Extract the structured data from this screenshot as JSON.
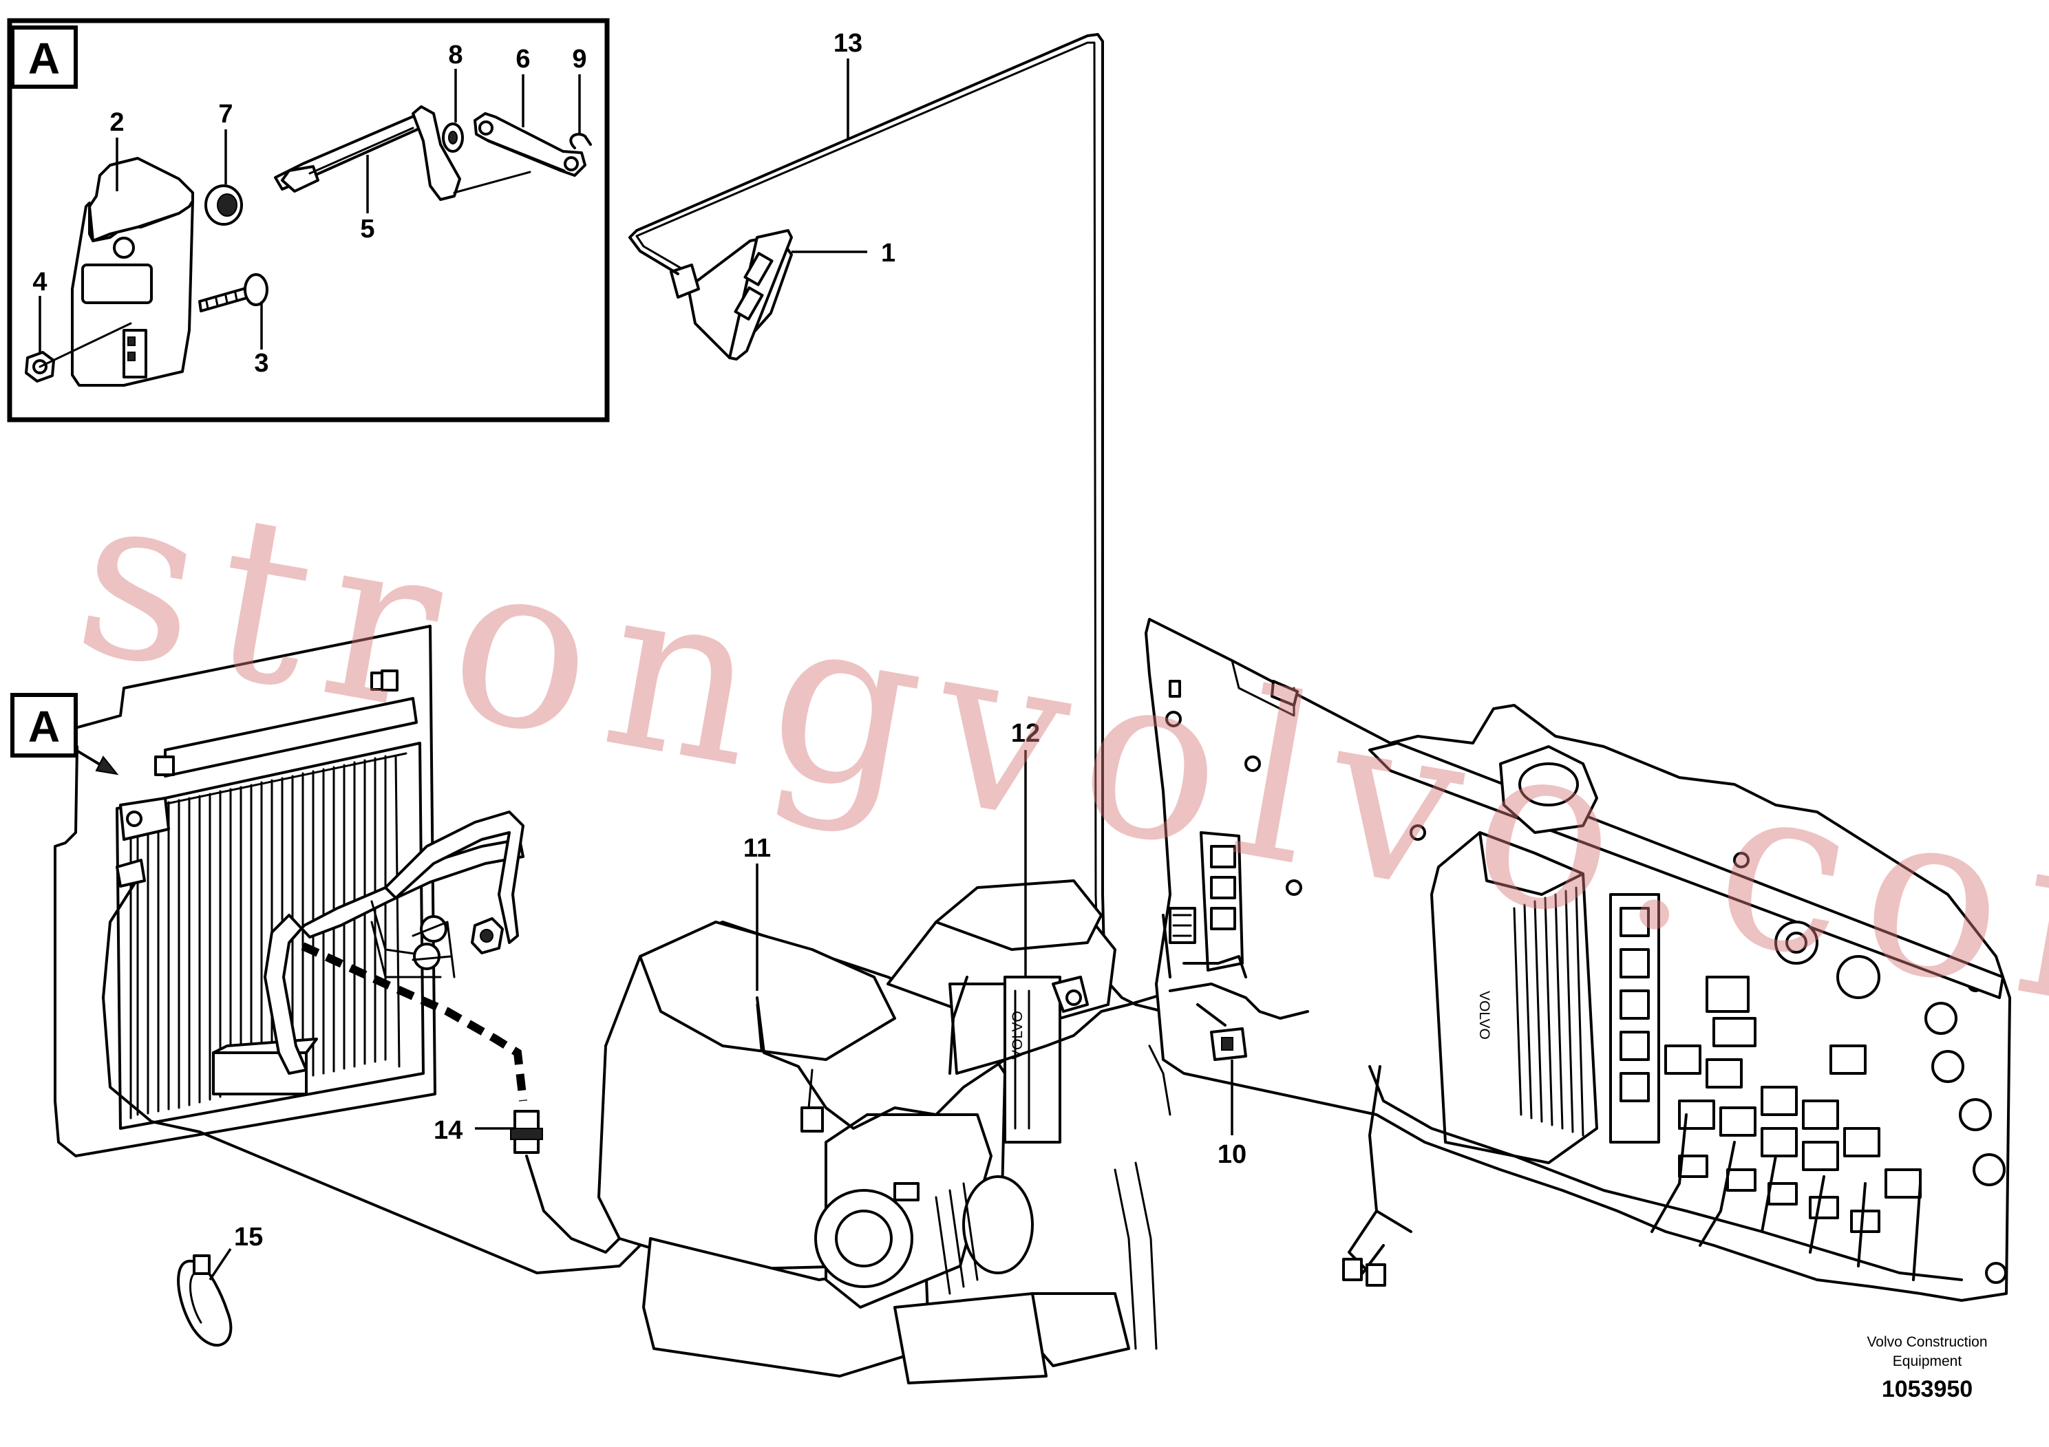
{
  "detail": {
    "letter": "A"
  },
  "callouts": [
    "1",
    "2",
    "3",
    "4",
    "5",
    "6",
    "7",
    "8",
    "9",
    "10",
    "11",
    "12",
    "13",
    "14",
    "15"
  ],
  "footer": {
    "brand_line1": "Volvo Construction",
    "brand_line2": "Equipment",
    "doc_number": "1053950"
  },
  "watermark": "strongvolvo.com",
  "colors": {
    "ink": "#000000",
    "watermark": "#d67878",
    "background": "#ffffff"
  }
}
